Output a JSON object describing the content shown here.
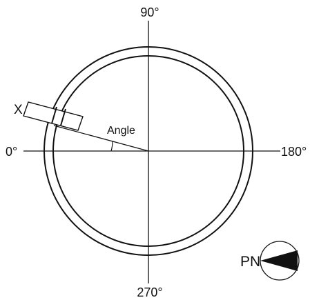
{
  "labels": {
    "top": "90°",
    "left": "0°",
    "right": "180°",
    "bottom": "270°",
    "angle": "Angle",
    "x_marker": "X",
    "pn": "PN"
  },
  "colors": {
    "line": "#111111",
    "background": "#ffffff"
  }
}
